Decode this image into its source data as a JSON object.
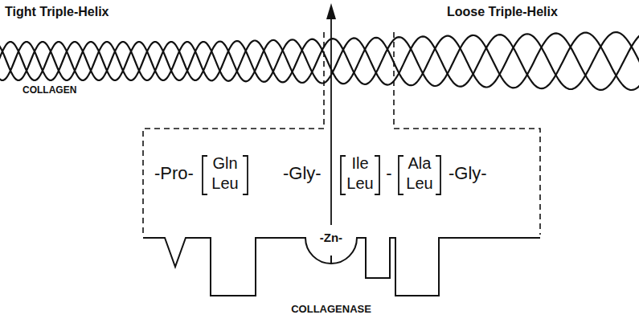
{
  "diagram": {
    "labels": [
      "Tight Triple-Helix",
      "Loose Triple-Helix",
      "COLLAGEN",
      "-Pro-",
      "Gln",
      "Leu",
      "-Gly-",
      "Ile",
      "Leu",
      "-",
      "Ala",
      "Leu",
      "-Gly-",
      "-Zn-",
      "COLLAGENASE"
    ]
  }
}
